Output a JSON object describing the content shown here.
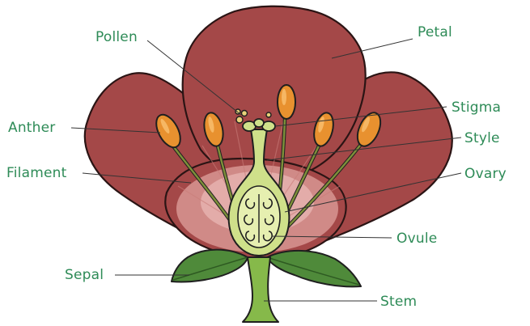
{
  "diagram": {
    "labels": {
      "pollen": "Pollen",
      "petal": "Petal",
      "anther": "Anther",
      "stigma": "Stigma",
      "style": "Style",
      "filament": "Filament",
      "ovary": "Ovary",
      "ovule": "Ovule",
      "sepal": "Sepal",
      "stem": "Stem"
    },
    "colors": {
      "petal": "#a44848",
      "petal_glow": "#e3a6a2",
      "anther": "#e8912f",
      "stamen_green": "#7d8f3a",
      "pistil_green": "#cfe08a",
      "sepal_green": "#4f8a3a",
      "label_green": "#2e8b57"
    }
  }
}
